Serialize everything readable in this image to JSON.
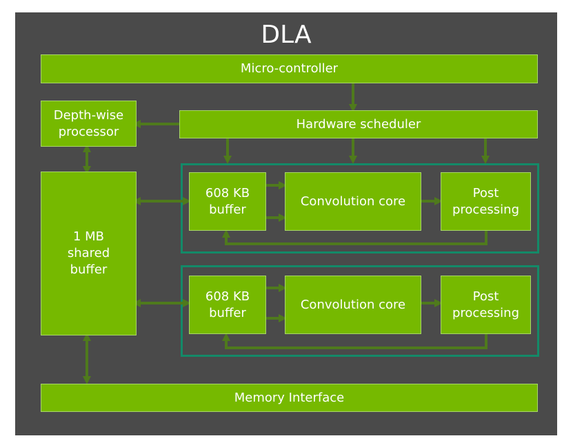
{
  "title": "DLA",
  "blocks": {
    "micro_controller": "Micro-controller",
    "depthwise_processor": "Depth-wise\nprocessor",
    "hardware_scheduler": "Hardware scheduler",
    "shared_buffer": "1 MB\nshared\nbuffer",
    "buffer_1": "608 KB\nbuffer",
    "conv_core_1": "Convolution core",
    "post_processing_1": "Post\nprocessing",
    "buffer_2": "608 KB\nbuffer",
    "conv_core_2": "Convolution core",
    "post_processing_2": "Post\nprocessing",
    "memory_interface": "Memory Interface"
  },
  "colors": {
    "background": "#4a4a4a",
    "block_fill": "#76b900",
    "block_border": "#a8d56a",
    "group_border": "#138a68",
    "arrow": "#4f7a1c",
    "text": "#ffffff"
  }
}
